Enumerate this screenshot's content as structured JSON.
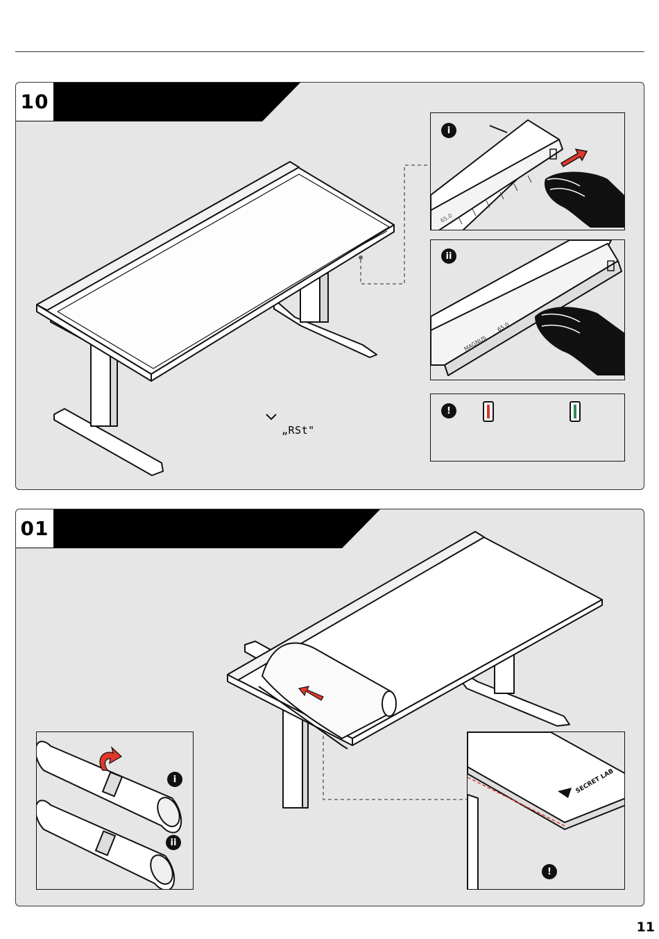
{
  "page_number": "11",
  "steps": [
    {
      "number": "10",
      "insets": [
        {
          "badge": "i",
          "panel_label": "65.0"
        },
        {
          "badge": "ii",
          "panel_label": "65.0",
          "brand": "MAGNUS"
        }
      ],
      "notice": {
        "badge": "!",
        "colors": [
          "#d8392b",
          "#2e8b57"
        ]
      },
      "display_text": "„RSt\""
    },
    {
      "number": "01",
      "insets": [
        {
          "badges": [
            "i",
            "ii"
          ]
        },
        {
          "badge": "!",
          "logo": "SECRET LAB"
        }
      ]
    }
  ],
  "colors": {
    "accent_red": "#e0392b",
    "panel_bg": "#e6e6e6"
  }
}
